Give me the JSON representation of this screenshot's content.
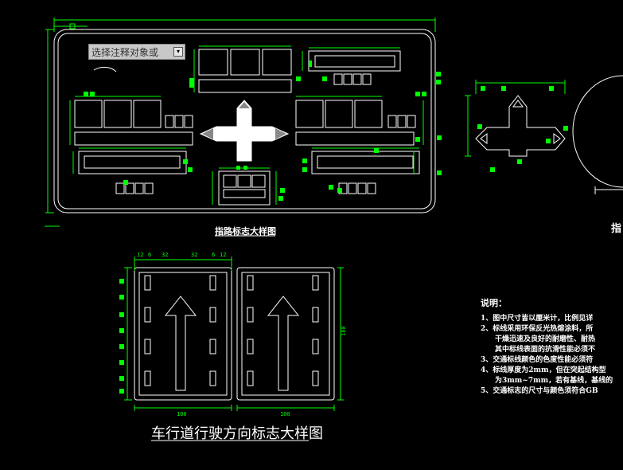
{
  "tooltip": {
    "text": "选择注释对象或"
  },
  "captions": {
    "guide_sign_detail": "指路标志大样图",
    "lane_direction_sign_detail": "车行道行驶方向标志大样图",
    "right_detail_partial": "指"
  },
  "notes": {
    "title": "说明：",
    "lines": [
      "1、图中尺寸皆以厘米计，比例见详",
      "2、标线采用环保反光热熔涂料，所",
      "　　干燥迅速及良好的耐磨性、耐热",
      "　　其中标线表面的抗滑性能必须不",
      "3、交通标线颜色的色度性能必须符",
      "4、标线厚度为2mm，但在突起结构型",
      "　　为3mm~7mm，若有基线，基线的",
      "5、交通标志的尺寸与颜色须符合GB"
    ]
  },
  "dims": {
    "sign_width": "100",
    "sign_height": "180",
    "sign_width_b": "100",
    "top_12": "12",
    "top_6": "6",
    "top_32a": "32",
    "top_32b": "32",
    "top_6b": "6",
    "top_12b": "12"
  },
  "colors": {
    "line": "#ffffff",
    "dim": "#00ff00",
    "ui_gray": "#c8c8c8"
  }
}
